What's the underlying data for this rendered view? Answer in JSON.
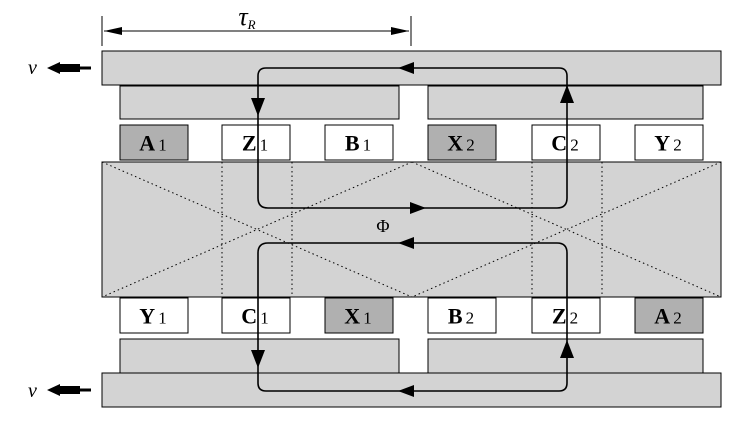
{
  "pole_pitch": {
    "symbol": "τ",
    "subscript": "R"
  },
  "velocity": {
    "upper": "v",
    "lower": "v"
  },
  "flux_label": "Φ",
  "colors": {
    "iron": "#d3d3d3",
    "coil_highlight": "#b0b0b0",
    "coil_plain": "#ffffff",
    "outline": "#000000"
  },
  "upper_coils": [
    {
      "letter": "A",
      "sub": "1",
      "highlight": true
    },
    {
      "letter": "Z",
      "sub": "1",
      "highlight": false
    },
    {
      "letter": "B",
      "sub": "1",
      "highlight": false
    },
    {
      "letter": "X",
      "sub": "2",
      "highlight": true
    },
    {
      "letter": "C",
      "sub": "2",
      "highlight": false
    },
    {
      "letter": "Y",
      "sub": "2",
      "highlight": false
    }
  ],
  "lower_coils": [
    {
      "letter": "Y",
      "sub": "1",
      "highlight": false
    },
    {
      "letter": "C",
      "sub": "1",
      "highlight": false
    },
    {
      "letter": "X",
      "sub": "1",
      "highlight": true
    },
    {
      "letter": "B",
      "sub": "2",
      "highlight": false
    },
    {
      "letter": "Z",
      "sub": "2",
      "highlight": false
    },
    {
      "letter": "A",
      "sub": "2",
      "highlight": true
    }
  ]
}
